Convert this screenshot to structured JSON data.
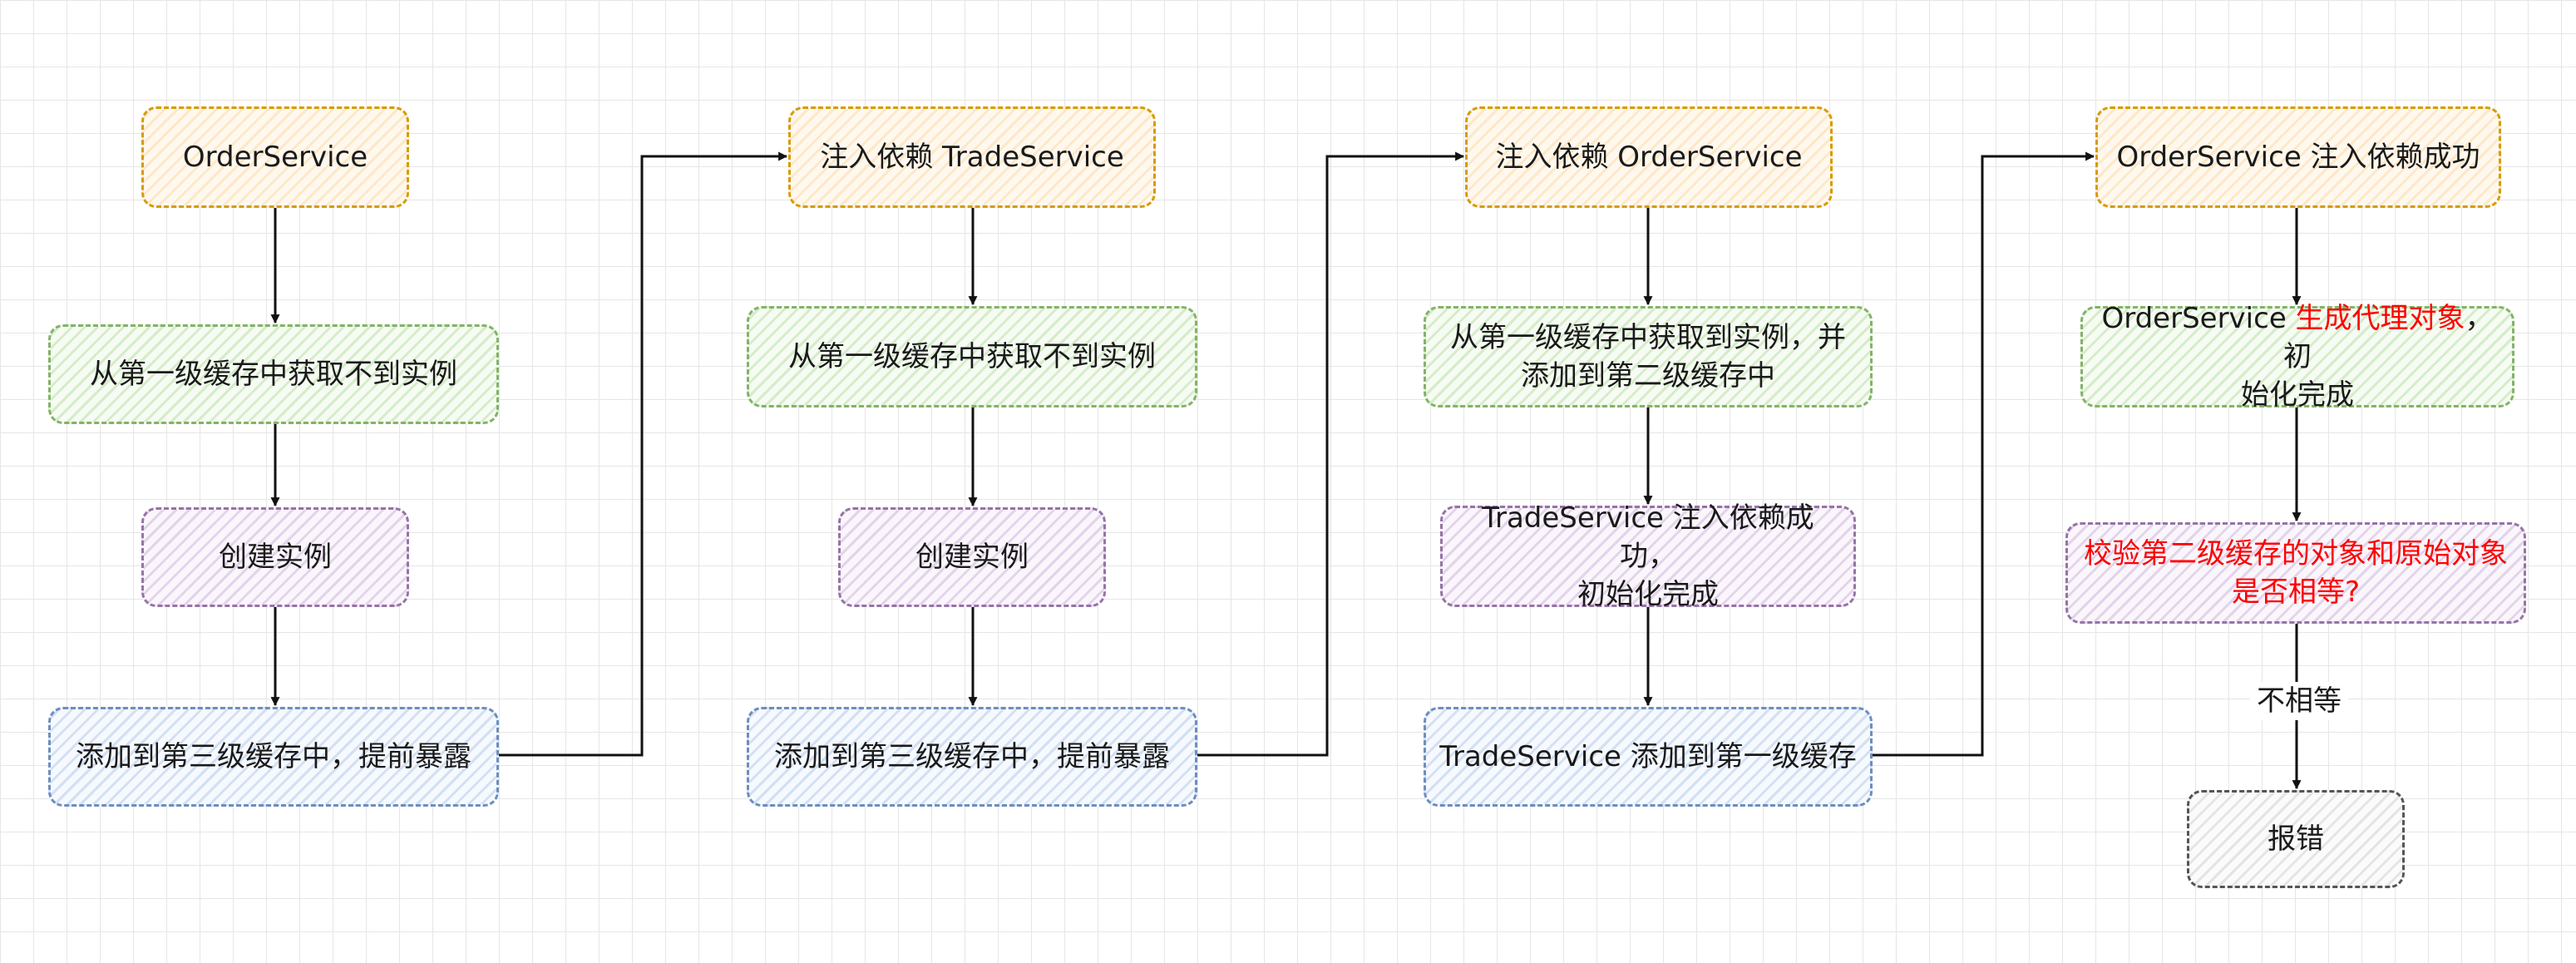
{
  "nodes": {
    "a1": "OrderService",
    "a2": "从第一级缓存中获取不到实例",
    "a3": "创建实例",
    "a4": "添加到第三级缓存中，提前暴露",
    "b1": "注入依赖 TradeService",
    "b2": "从第一级缓存中获取不到实例",
    "b3": "创建实例",
    "b4": "添加到第三级缓存中，提前暴露",
    "c1": "注入依赖 OrderService",
    "c2_line1": "从第一级缓存中获取到实例，并",
    "c2_line2": "添加到第二级缓存中",
    "c3_line1": "TradeService 注入依赖成功，",
    "c3_line2": "初始化完成",
    "c4": "TradeService 添加到第一级缓存",
    "d1": "OrderService 注入依赖成功",
    "d2_prefix": "OrderService ",
    "d2_highlight": "生成代理对象",
    "d2_suffix": "，初",
    "d2_line2": "始化完成",
    "d3_line1": "校验第二级缓存的对象和原始对象",
    "d3_line2": "是否相等?",
    "d4": "报错"
  },
  "edge_label_d3_d4": "不相等",
  "colors": {
    "orange": "#d79b00",
    "green": "#82b366",
    "purple": "#9673a6",
    "blue": "#6c8ebf",
    "gray": "#555555",
    "highlight": "#ff0000"
  }
}
